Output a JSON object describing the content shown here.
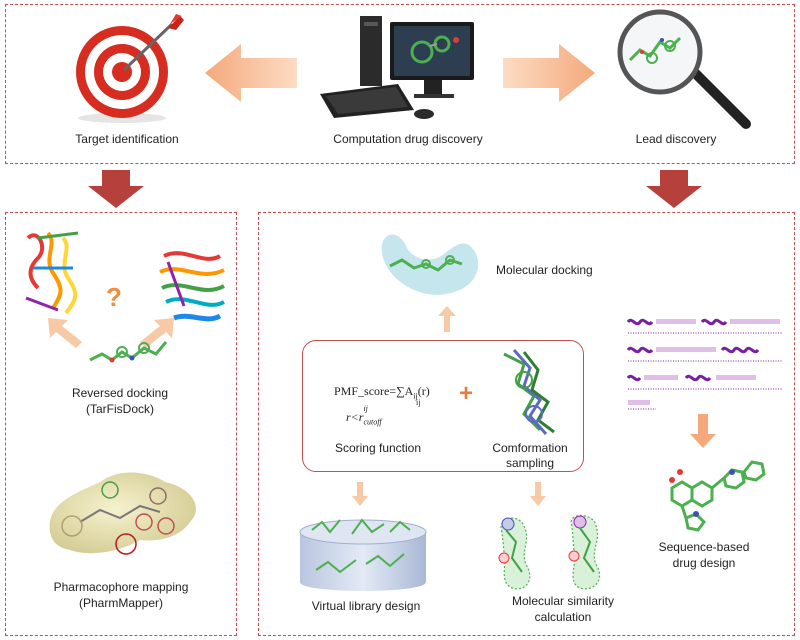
{
  "top": {
    "target_label": "Target identification",
    "center_label": "Computation drug discovery",
    "lead_label": "Lead discovery"
  },
  "left_panel": {
    "question_mark": "?",
    "reversed_docking": "Reversed docking",
    "tarfisdock": "(TarFisDock)",
    "pharmacophore": "Pharmacophore mapping",
    "pharmmapper": "(PharmMapper)"
  },
  "right_panel": {
    "molecular_docking": "Molecular docking",
    "formula_main": "PMF_score=∑A",
    "formula_sub": "ij",
    "formula_r": "(r)",
    "formula_sum_sub": "ij",
    "formula_line2": "r<r",
    "formula_line2_sub": "cutoff",
    "formula_line2_sup": "ij",
    "plus": "+",
    "scoring_function": "Scoring function",
    "conformation_1": "Comformation",
    "conformation_2": "sampling",
    "sequence_1": "Sequence-based",
    "sequence_2": "drug design",
    "virtual_library": "Virtual library design",
    "similarity_1": "Molecular similarity",
    "similarity_2": "calculation"
  },
  "colors": {
    "dashed_border": "#c0504d",
    "peach_arrow": "#f8c9a6",
    "dark_arrow": "#b5403c",
    "box_border": "#c0504d",
    "molecule_green": "#4caf50"
  }
}
